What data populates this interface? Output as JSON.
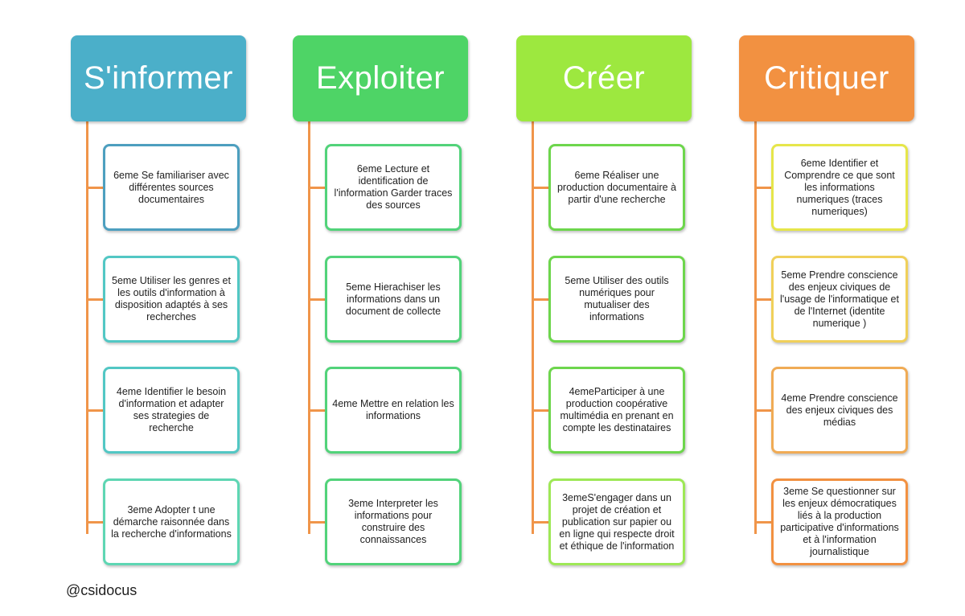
{
  "credit": "@csidocus",
  "colors": {
    "connector": "#f0954a",
    "header": [
      "#4bafc9",
      "#4ed466",
      "#9de83f",
      "#f29141"
    ],
    "card_border": [
      [
        "#4d9fbf",
        "#52c7c4",
        "#52c7c4",
        "#5ed6b3"
      ],
      [
        "#52d37a",
        "#52d37a",
        "#52d37a",
        "#52d37a"
      ],
      [
        "#6dd64c",
        "#6dd64c",
        "#6dd64c",
        "#9ee856"
      ],
      [
        "#e6e64a",
        "#f0d05a",
        "#f0ab55",
        "#f29141"
      ]
    ]
  },
  "columns": [
    {
      "title": "S'informer",
      "items": [
        "6eme Se familiariser avec différentes sources documentaires",
        "5eme Utiliser les genres et les outils d'information à disposition adaptés à ses recherches",
        "4eme Identifier le besoin d'information et adapter ses strategies de recherche",
        "3eme Adopter t une démarche raisonnée dans la recherche d'informations"
      ]
    },
    {
      "title": "Exploiter",
      "items": [
        "6eme Lecture et identification de l'information Garder traces des sources",
        "5eme Hierachiser les informations dans un document de collecte",
        "4eme Mettre en relation les informations",
        "3eme Interpreter les informations pour construire des connaissances"
      ]
    },
    {
      "title": "Créer",
      "items": [
        "6eme Réaliser une production documentaire à partir d'une recherche",
        "5eme Utiliser des outils numériques pour mutualiser des informations",
        "4emeParticiper à une production coopérative multimédia en prenant en compte les destinataires",
        "3emeS'engager dans un projet de création et publication sur papier ou en ligne qui respecte droit et éthique de l'information"
      ]
    },
    {
      "title": "Critiquer",
      "items": [
        "6eme Identifier et Comprendre ce que sont les informations numeriques (traces numeriques)",
        "5eme Prendre conscience des enjeux civiques de l'usage de l'informatique et de l'Internet (identite numerique )",
        "4eme Prendre conscience des enjeux civiques des médias",
        "3eme Se questionner sur les enjeux démocratiques liés à la production participative d'informations et à l'information journalistique"
      ]
    }
  ]
}
